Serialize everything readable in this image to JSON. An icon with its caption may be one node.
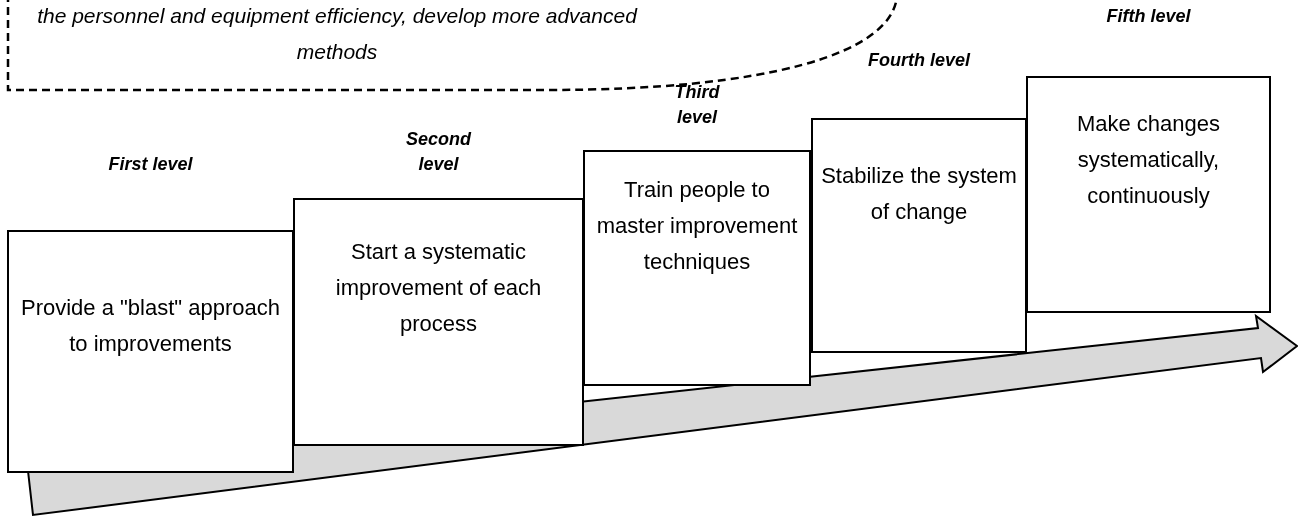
{
  "diagram": {
    "nodes": [
      {
        "text": [
          "the personnel and equipment efficiency, develop more advanced methods"
        ]
      },
      {
        "text": [
          "First level",
          "Provide a \"blast\" approach to improvements"
        ]
      },
      {
        "text": [
          "Second level",
          "Start a systematic improvement of each process"
        ]
      },
      {
        "text": [
          "Third level",
          "Train people to master improvement techniques"
        ]
      },
      {
        "text": [
          "Fourth level",
          "Stabilize the system of change"
        ]
      },
      {
        "text": [
          "Fifth level",
          "Make changes systematically, continuously"
        ]
      }
    ]
  }
}
